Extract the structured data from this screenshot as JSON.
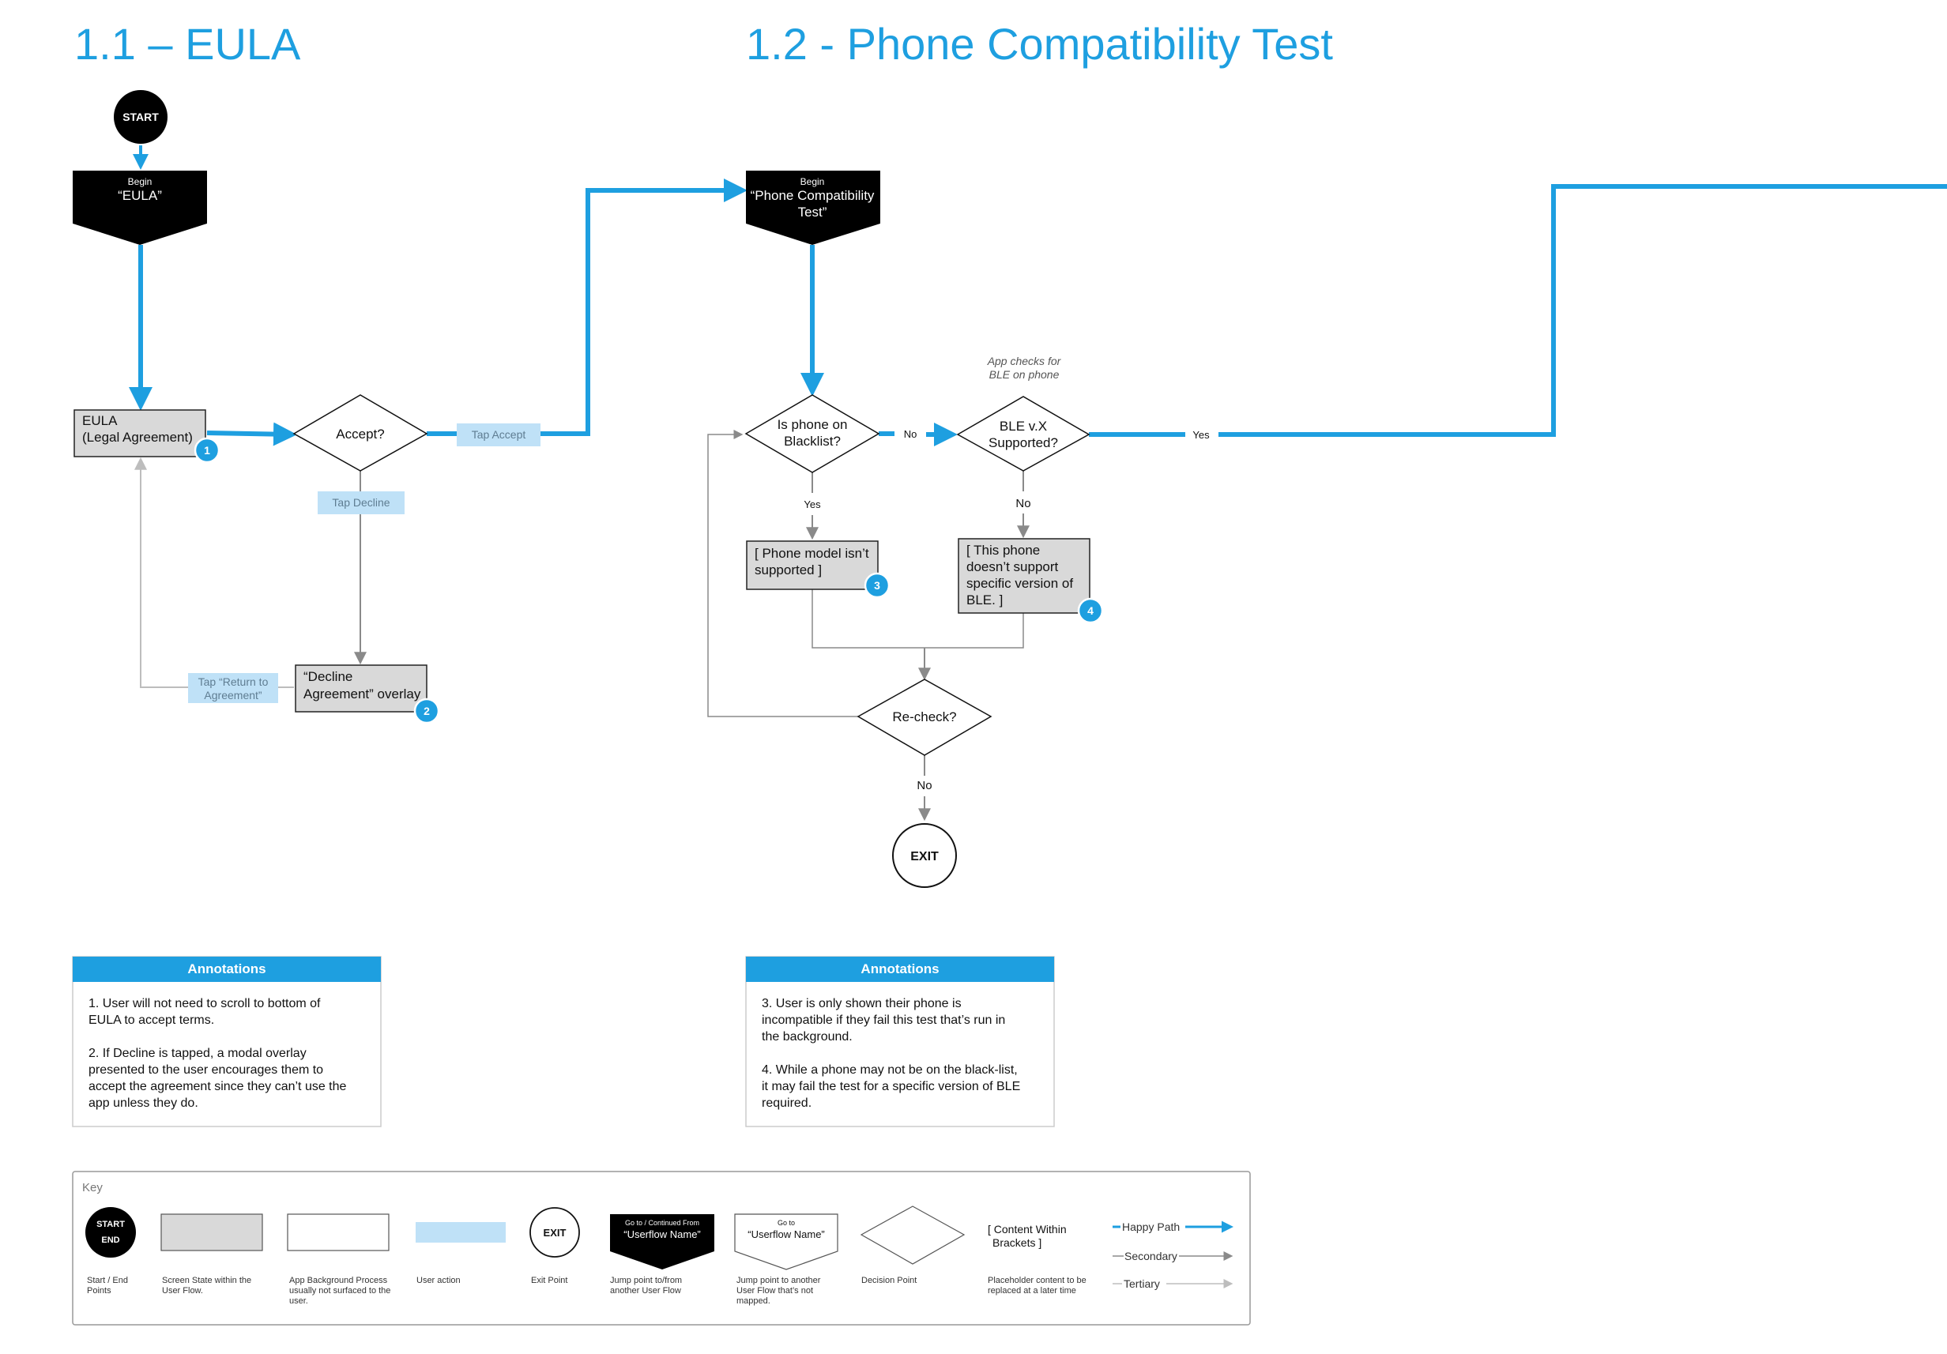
{
  "titles": {
    "eula": "1.1 – EULA",
    "phone": "1.2 - Phone Compatibility Test"
  },
  "eula_flow": {
    "start": "START",
    "begin_small": "Begin",
    "begin_name": "“EULA”",
    "screen_line1": "EULA",
    "screen_line2": "(Legal Agreement)",
    "badge1": "1",
    "decision": "Accept?",
    "tap_accept": "Tap Accept",
    "tap_decline": "Tap Decline",
    "overlay_line1": "“Decline",
    "overlay_line2": "Agreement” overlay",
    "badge2": "2",
    "return_line1": "Tap “Return to",
    "return_line2": "Agreement”"
  },
  "phone_flow": {
    "begin_small": "Begin",
    "begin_line1": "“Phone Compatibility",
    "begin_line2": "Test”",
    "blacklist_line1": "Is phone on",
    "blacklist_line2": "Blacklist?",
    "no1": "No",
    "note_line1": "App checks for",
    "note_line2": "BLE on phone",
    "ble_line1": "BLE v.X",
    "ble_line2": "Supported?",
    "yes_right": "Yes",
    "yes_down": "Yes",
    "no_down": "No",
    "unsupported_line1": "[ Phone model isn’t",
    "unsupported_line2": "supported ]",
    "badge3": "3",
    "ble_fail_line1": "[ This phone",
    "ble_fail_line2": "doesn’t support",
    "ble_fail_line3": "specific version of",
    "ble_fail_line4": "BLE. ]",
    "badge4": "4",
    "recheck": "Re-check?",
    "no_exit": "No",
    "exit": "EXIT"
  },
  "annotations": {
    "title": "Annotations",
    "a1": [
      "1. User will not need to scroll to bottom of",
      "EULA to accept terms."
    ],
    "a2": [
      "2. If Decline is tapped, a modal overlay",
      "presented to the user encourages them to",
      "accept the agreement since they can’t use the",
      "app unless they do."
    ],
    "a3": [
      "3. User is only shown their phone is",
      "incompatible if they fail this test that’s run in",
      "the background."
    ],
    "a4": [
      "4. While a phone may not be on the black-list,",
      "it may fail the test for a specific version of BLE",
      "required."
    ]
  },
  "key": {
    "title": "Key",
    "start": "START",
    "end": "END",
    "start_end": [
      "Start / End",
      "Points"
    ],
    "screen_state": [
      "Screen State within the",
      "User Flow."
    ],
    "background": [
      "App Background Process",
      "usually not surfaced to the",
      "user."
    ],
    "user_action": [
      "User action"
    ],
    "exit": "EXIT",
    "exit_point": [
      "Exit Point"
    ],
    "goto_from_small": "Go to / Continued From",
    "goto_from_name": "“Userflow Name”",
    "jump_from": [
      "Jump point to/from",
      "another User Flow"
    ],
    "goto_small": "Go to",
    "goto_name": "“Userflow Name”",
    "jump_unmapped": [
      "Jump point to another",
      "User Flow that’s not",
      "mapped."
    ],
    "decision": [
      "Decision Point"
    ],
    "placeholder_line1": "[ Content Within",
    "placeholder_line2": "Brackets ]",
    "placeholder": [
      "Placeholder content to be",
      "replaced at a later time"
    ],
    "happy": "Happy Path",
    "secondary": "Secondary",
    "tertiary": "Tertiary"
  },
  "colors": {
    "accent": "#1e9fe0",
    "screen_fill": "#d9d9d9",
    "action_fill": "#bfe1f7",
    "secondary_line": "#8a8a8a",
    "tertiary_line": "#bdbdbd"
  }
}
